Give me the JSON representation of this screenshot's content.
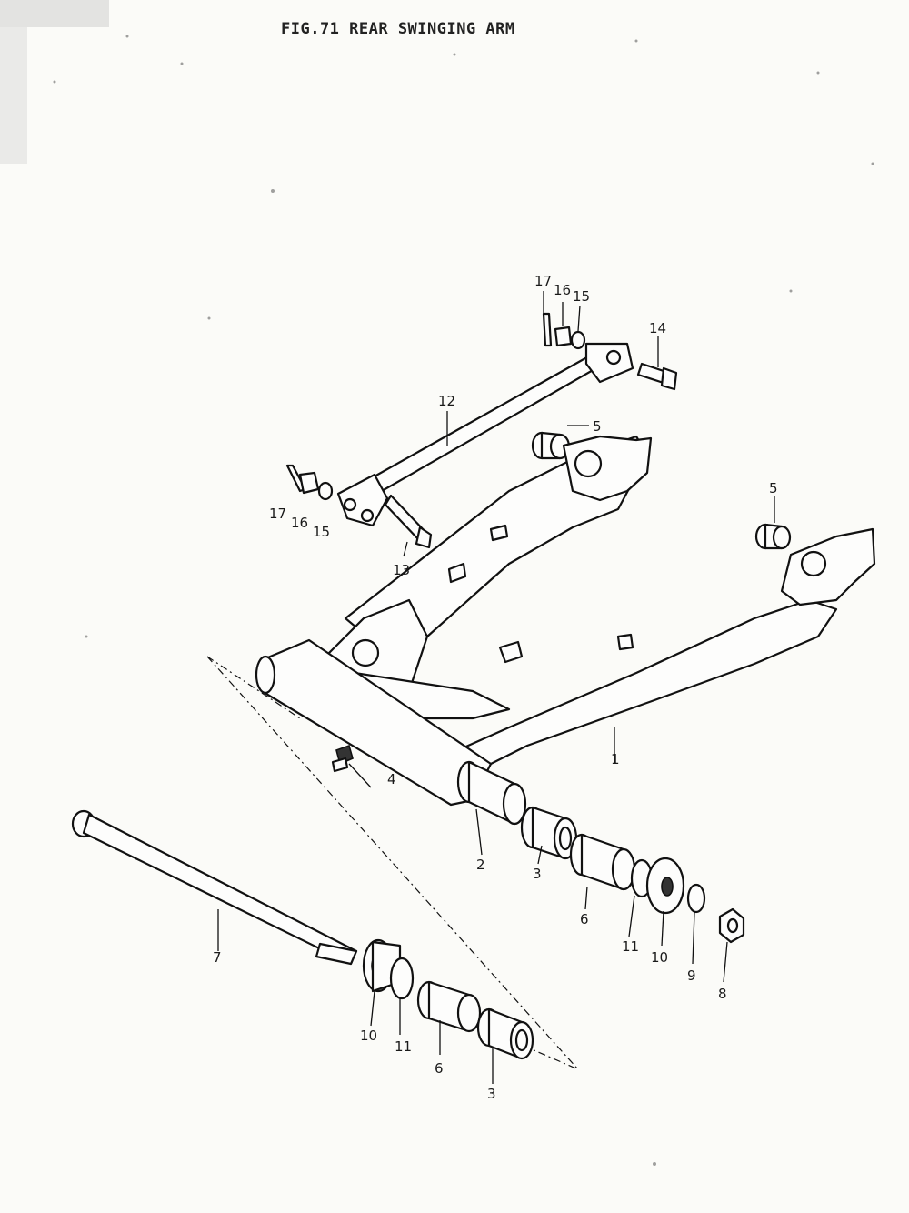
{
  "figure": {
    "title": "FIG.71  REAR SWINGING ARM"
  },
  "callouts": {
    "c1": "1",
    "c2": "2",
    "c3a": "3",
    "c3b": "3",
    "c4": "4",
    "c5a": "5",
    "c5b": "5",
    "c6a": "6",
    "c6b": "6",
    "c7": "7",
    "c8": "8",
    "c9": "9",
    "c10a": "10",
    "c10b": "10",
    "c11a": "11",
    "c11b": "11",
    "c12": "12",
    "c13": "13",
    "c14": "14",
    "c15a": "15",
    "c15b": "15",
    "c16a": "16",
    "c16b": "16",
    "c17a": "17",
    "c17b": "17"
  },
  "colors": {
    "ink": "#111111",
    "paper": "#fbfbf8"
  }
}
